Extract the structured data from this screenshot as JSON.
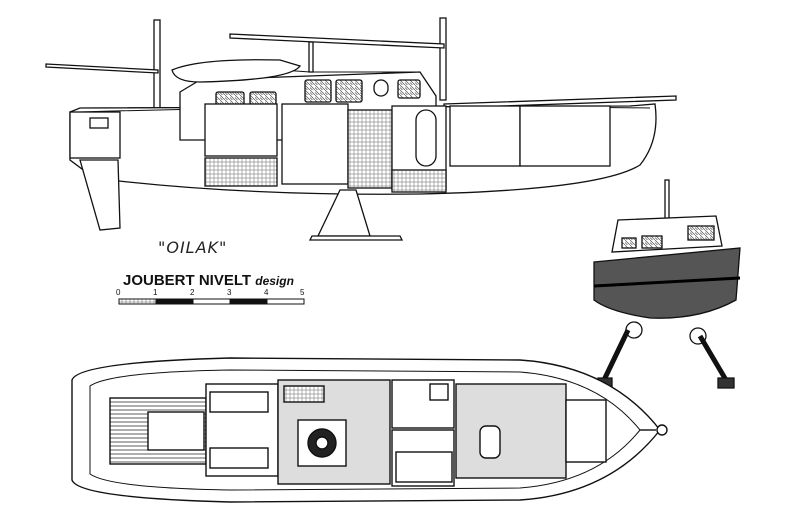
{
  "boat_name": "\"OILAK\"",
  "designer": {
    "name": "JOUBERT NIVELT",
    "suffix": "design"
  },
  "scale": {
    "labels": [
      "0",
      "1",
      "2",
      "3",
      "4",
      "5"
    ]
  }
}
